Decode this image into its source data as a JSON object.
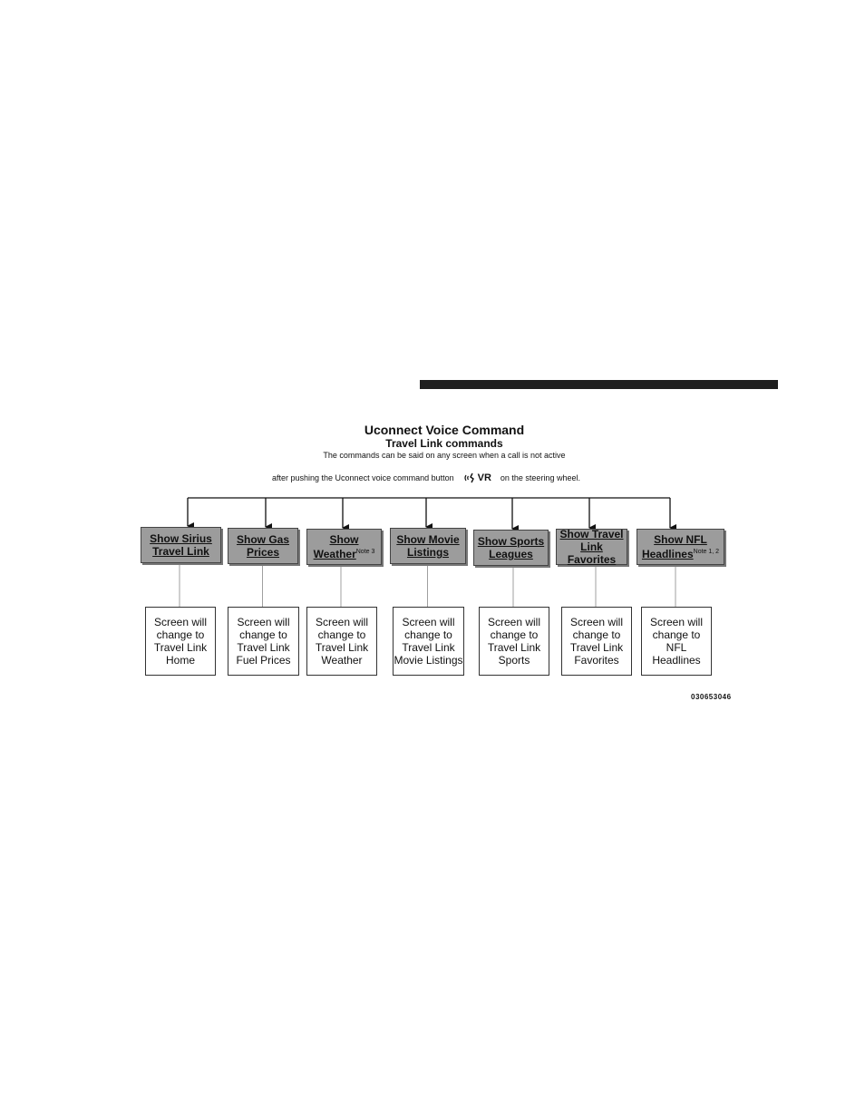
{
  "header_rule_color": "#1f1f1f",
  "title": "Uconnect Voice Command",
  "subtitle": "Travel Link commands",
  "instruction_line1": "The commands can be said on any screen when a call is not active",
  "instruction_line2_before": "after pushing the Uconnect voice command button",
  "vr_icon_label": "VR",
  "instruction_line2_after": "on the steering wheel.",
  "commands": [
    {
      "label": "Show Sirius Travel Link",
      "note": "",
      "result": "Screen will change to Travel Link Home"
    },
    {
      "label": "Show Gas Prices",
      "note": "",
      "result": "Screen will change to Travel Link Fuel Prices"
    },
    {
      "label": "Show Weather",
      "note": "Note 3",
      "result": "Screen will change to Travel Link Weather"
    },
    {
      "label": "Show Movie Listings",
      "note": "",
      "result": "Screen will change to Travel Link Movie Listings"
    },
    {
      "label": "Show Sports Leagues",
      "note": "",
      "result": "Screen will change to Travel Link Sports"
    },
    {
      "label": "Show Travel Link Favorites",
      "note": "",
      "result": "Screen will change to Travel Link Favorites"
    },
    {
      "label": "Show NFL Headlines",
      "note": "Note 1, 2",
      "result": "Screen will change to NFL Headlines"
    }
  ],
  "figure_code": "030653046",
  "box_fill_color": "#9c9c9c"
}
